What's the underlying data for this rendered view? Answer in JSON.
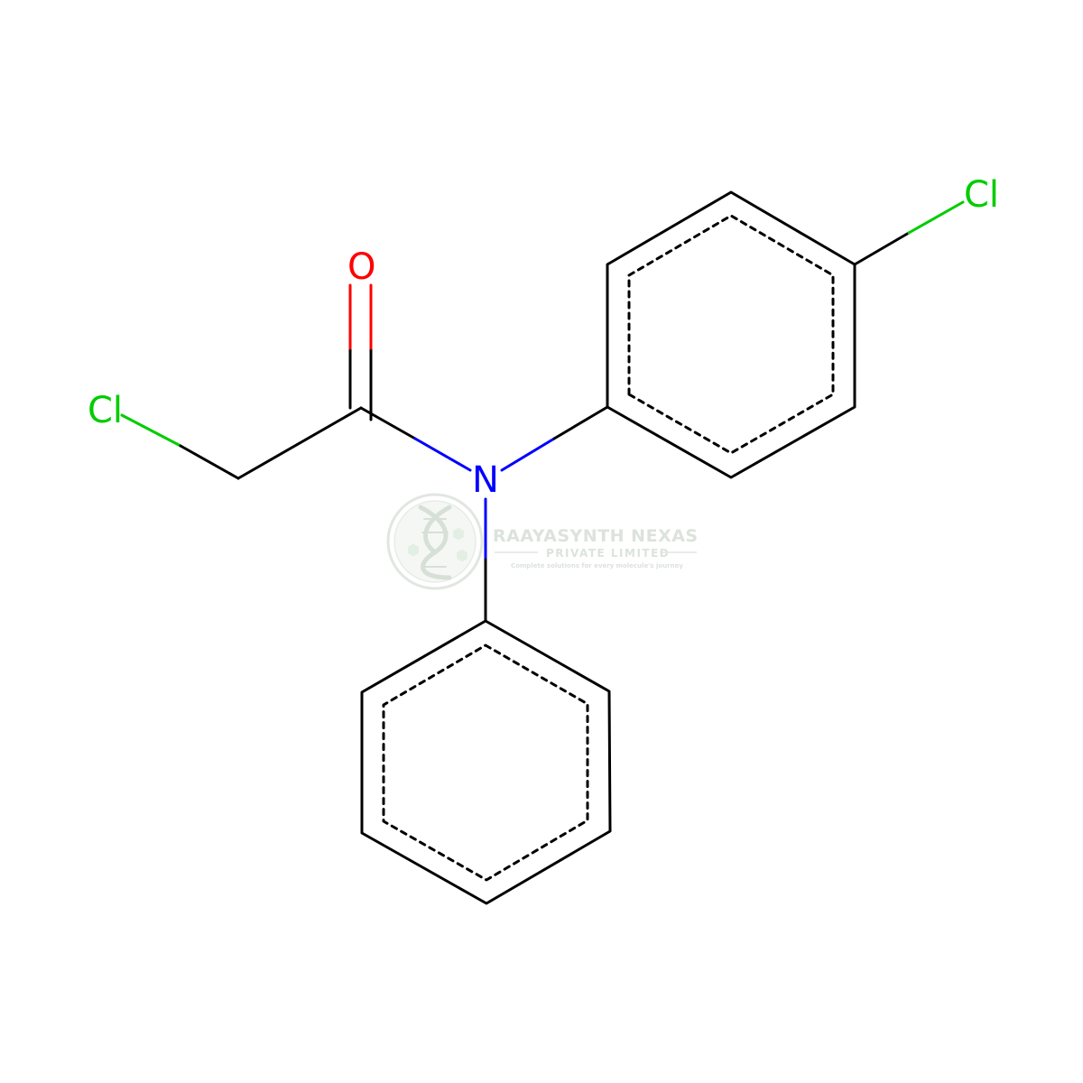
{
  "molecule": {
    "atoms": {
      "cl_left": "Cl",
      "oxygen": "O",
      "nitrogen": "N",
      "cl_right": "Cl"
    }
  },
  "watermark": {
    "title": "RAAYASYNTH NEXAS",
    "subtitle": "PRIVATE LIMITED",
    "tagline": "Complete solutions for every molecule's journey"
  },
  "colors": {
    "bond": "#000000",
    "chlorine": "#00cc00",
    "oxygen": "#ff0000",
    "nitrogen": "#0000ff",
    "watermark": "#c9d3c9"
  }
}
